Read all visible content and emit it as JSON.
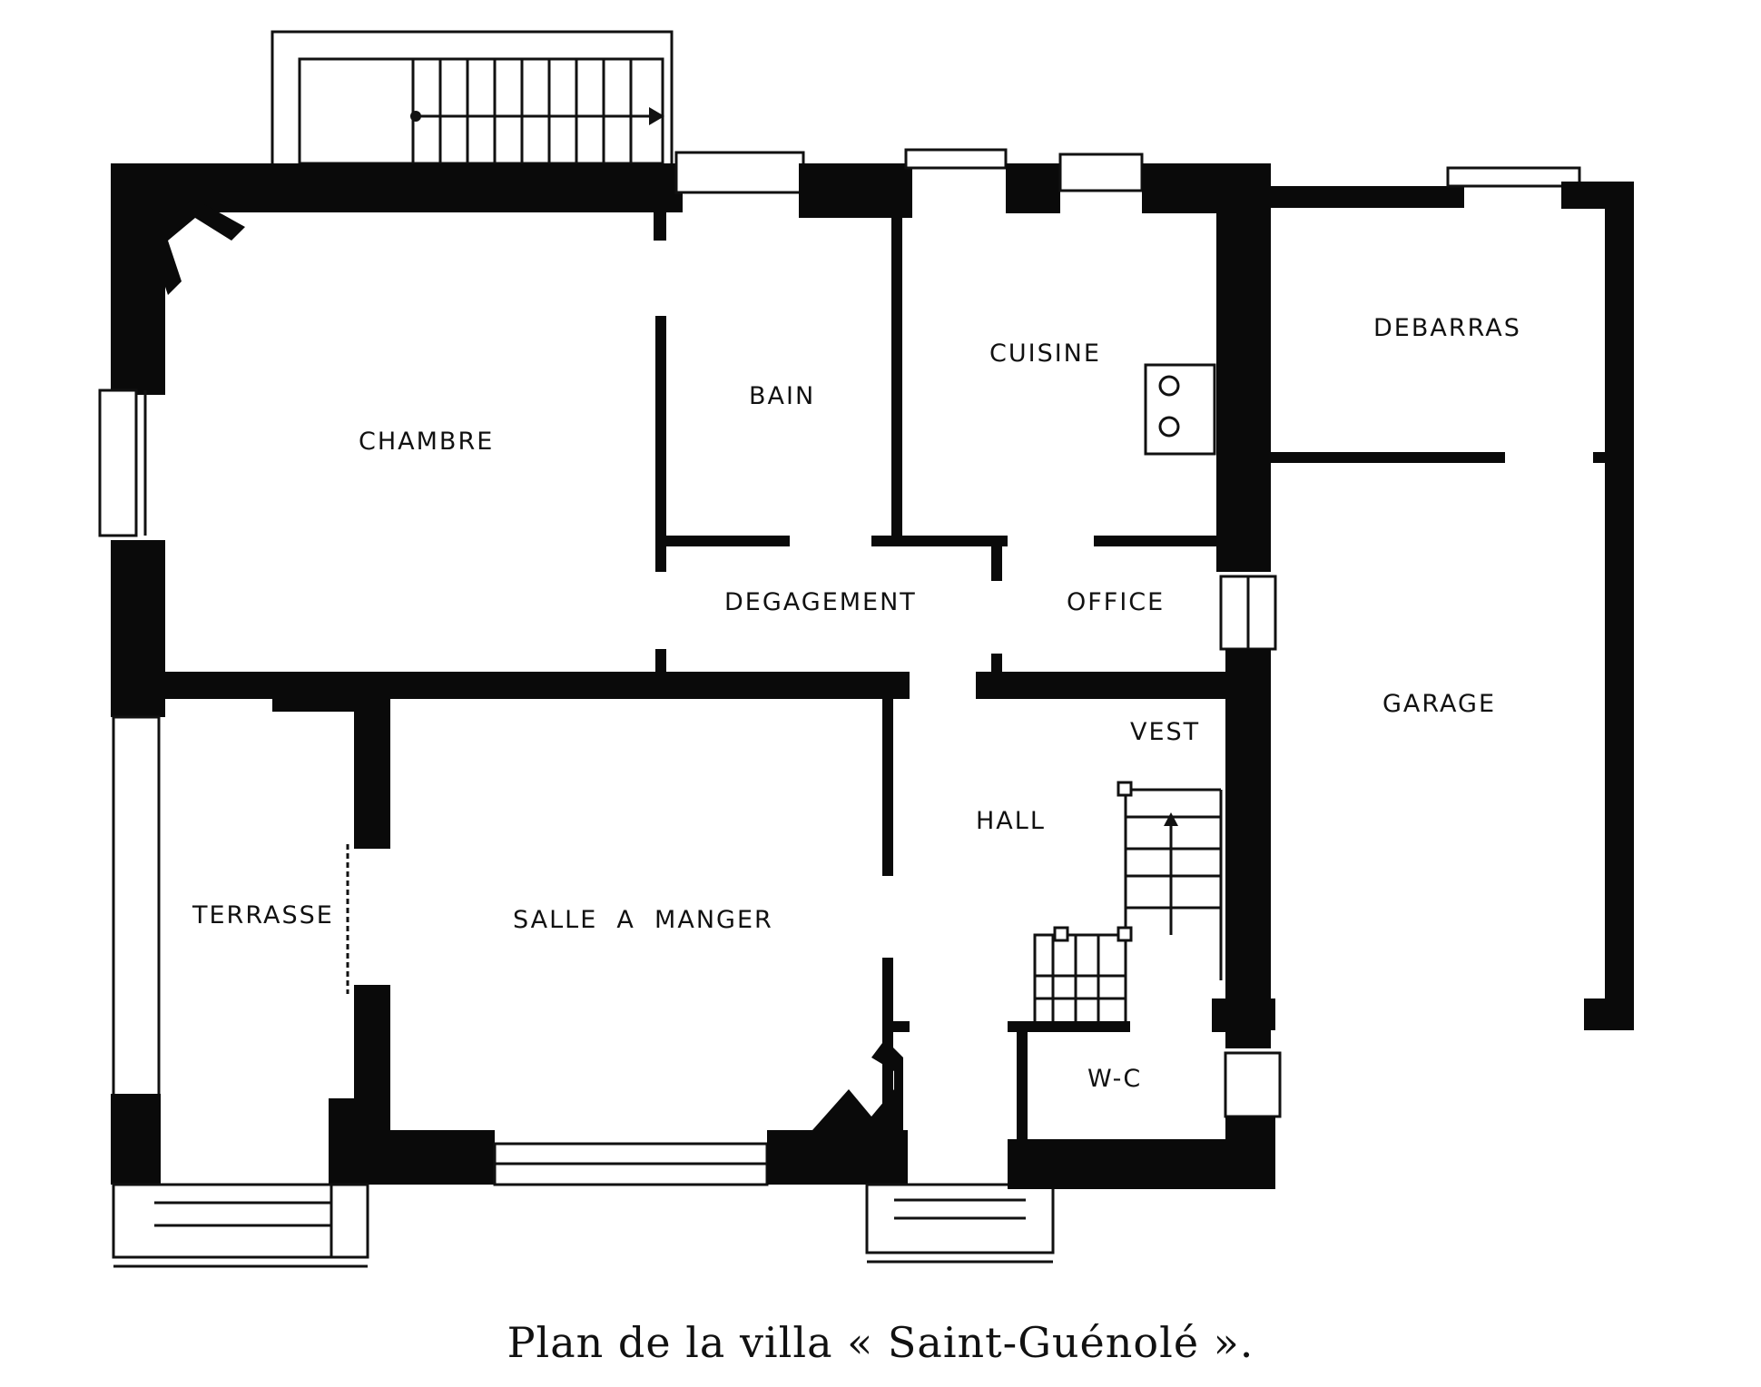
{
  "rooms": {
    "chambre": "CHAMBRE",
    "bain": "BAIN",
    "cuisine": "CUISINE",
    "debarras": "DEBARRAS",
    "degagement": "DEGAGEMENT",
    "office": "OFFICE",
    "garage": "GARAGE",
    "vest": "VEST",
    "hall": "HALL",
    "terrasse": "TERRASSE",
    "salle_a_manger": "SALLE  A  MANGER",
    "wc": "W-C"
  },
  "caption": "Plan de la villa « Saint-Guénolé »."
}
